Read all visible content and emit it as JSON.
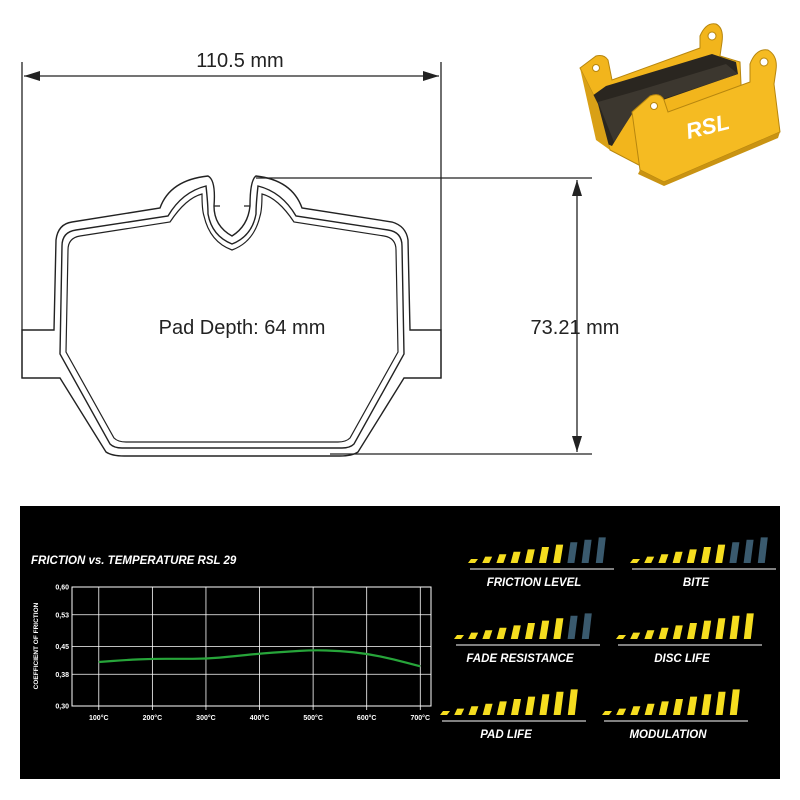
{
  "dimensions": {
    "width_label": "110.5 mm",
    "height_label": "73.21 mm",
    "pad_depth_label": "Pad Depth: 64 mm"
  },
  "product": {
    "brand_logo": "RSL",
    "pad_color": "#f2b51c"
  },
  "chart_data": {
    "type": "line",
    "title": "FRICTION vs. TEMPERATURE RSL 29",
    "xlabel": "",
    "ylabel": "COEFFICIENT OF FRICTION",
    "x": [
      100,
      200,
      300,
      400,
      500,
      600,
      700
    ],
    "x_tick_labels": [
      "100°C",
      "200°C",
      "300°C",
      "400°C",
      "500°C",
      "600°C",
      "700°C"
    ],
    "y_tick_values": [
      0.3,
      0.38,
      0.45,
      0.53,
      0.6
    ],
    "y_tick_labels": [
      "0,30",
      "0,38",
      "0,45",
      "0,53",
      "0,60"
    ],
    "ylim": [
      0.3,
      0.6
    ],
    "xlim": [
      50,
      720
    ],
    "grid": true,
    "series": [
      {
        "color": "#27a53a",
        "points": [
          [
            100,
            0.411
          ],
          [
            150,
            0.416
          ],
          [
            200,
            0.419
          ],
          [
            250,
            0.419
          ],
          [
            300,
            0.419
          ],
          [
            350,
            0.425
          ],
          [
            400,
            0.432
          ],
          [
            450,
            0.437
          ],
          [
            500,
            0.441
          ],
          [
            550,
            0.439
          ],
          [
            600,
            0.432
          ],
          [
            650,
            0.418
          ],
          [
            700,
            0.4
          ]
        ]
      }
    ]
  },
  "ratings": [
    {
      "label": "FRICTION LEVEL",
      "filled": 7,
      "total": 10
    },
    {
      "label": "BITE",
      "filled": 7,
      "total": 10
    },
    {
      "label": "FADE RESISTANCE",
      "filled": 8,
      "total": 10
    },
    {
      "label": "DISC LIFE",
      "filled": 10,
      "total": 10
    },
    {
      "label": "PAD LIFE",
      "filled": 10,
      "total": 10
    },
    {
      "label": "MODULATION",
      "filled": 10,
      "total": 10
    }
  ],
  "colors": {
    "rating_filled": "#f5dd1f",
    "rating_empty": "#3a5a6e",
    "panel_background": "#000000",
    "grid": "#ffffff"
  }
}
